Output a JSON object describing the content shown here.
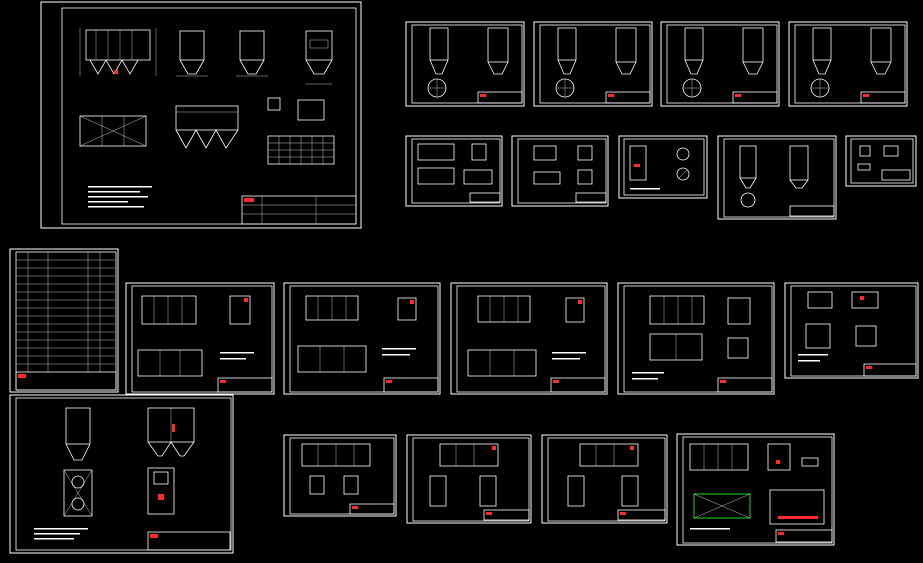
{
  "viewer": {
    "background": "#000000",
    "line_color": "#ffffff",
    "accent_red": "#ff2a2a",
    "accent_green": "#22d622"
  },
  "sheets": [
    {
      "id": "sheet-general-assembly",
      "kind": "general"
    },
    {
      "id": "sheet-silo-1",
      "kind": "silo"
    },
    {
      "id": "sheet-silo-2",
      "kind": "silo"
    },
    {
      "id": "sheet-silo-3",
      "kind": "silo"
    },
    {
      "id": "sheet-silo-4",
      "kind": "silo"
    },
    {
      "id": "sheet-small-1",
      "kind": "boxes"
    },
    {
      "id": "sheet-small-2",
      "kind": "boxes"
    },
    {
      "id": "sheet-small-3",
      "kind": "detail"
    },
    {
      "id": "sheet-small-4",
      "kind": "silo-side"
    },
    {
      "id": "sheet-small-5",
      "kind": "tiny"
    },
    {
      "id": "sheet-specification",
      "kind": "table"
    },
    {
      "id": "sheet-filter-1",
      "kind": "filter"
    },
    {
      "id": "sheet-filter-2",
      "kind": "filter"
    },
    {
      "id": "sheet-filter-3",
      "kind": "filter"
    },
    {
      "id": "sheet-filter-4",
      "kind": "filter-alt"
    },
    {
      "id": "sheet-filter-5",
      "kind": "parts"
    },
    {
      "id": "sheet-hopper-views",
      "kind": "hopper"
    },
    {
      "id": "sheet-frame-1",
      "kind": "frame"
    },
    {
      "id": "sheet-frame-2",
      "kind": "frame"
    },
    {
      "id": "sheet-frame-3",
      "kind": "frame"
    },
    {
      "id": "sheet-frame-4",
      "kind": "frame-green"
    }
  ]
}
